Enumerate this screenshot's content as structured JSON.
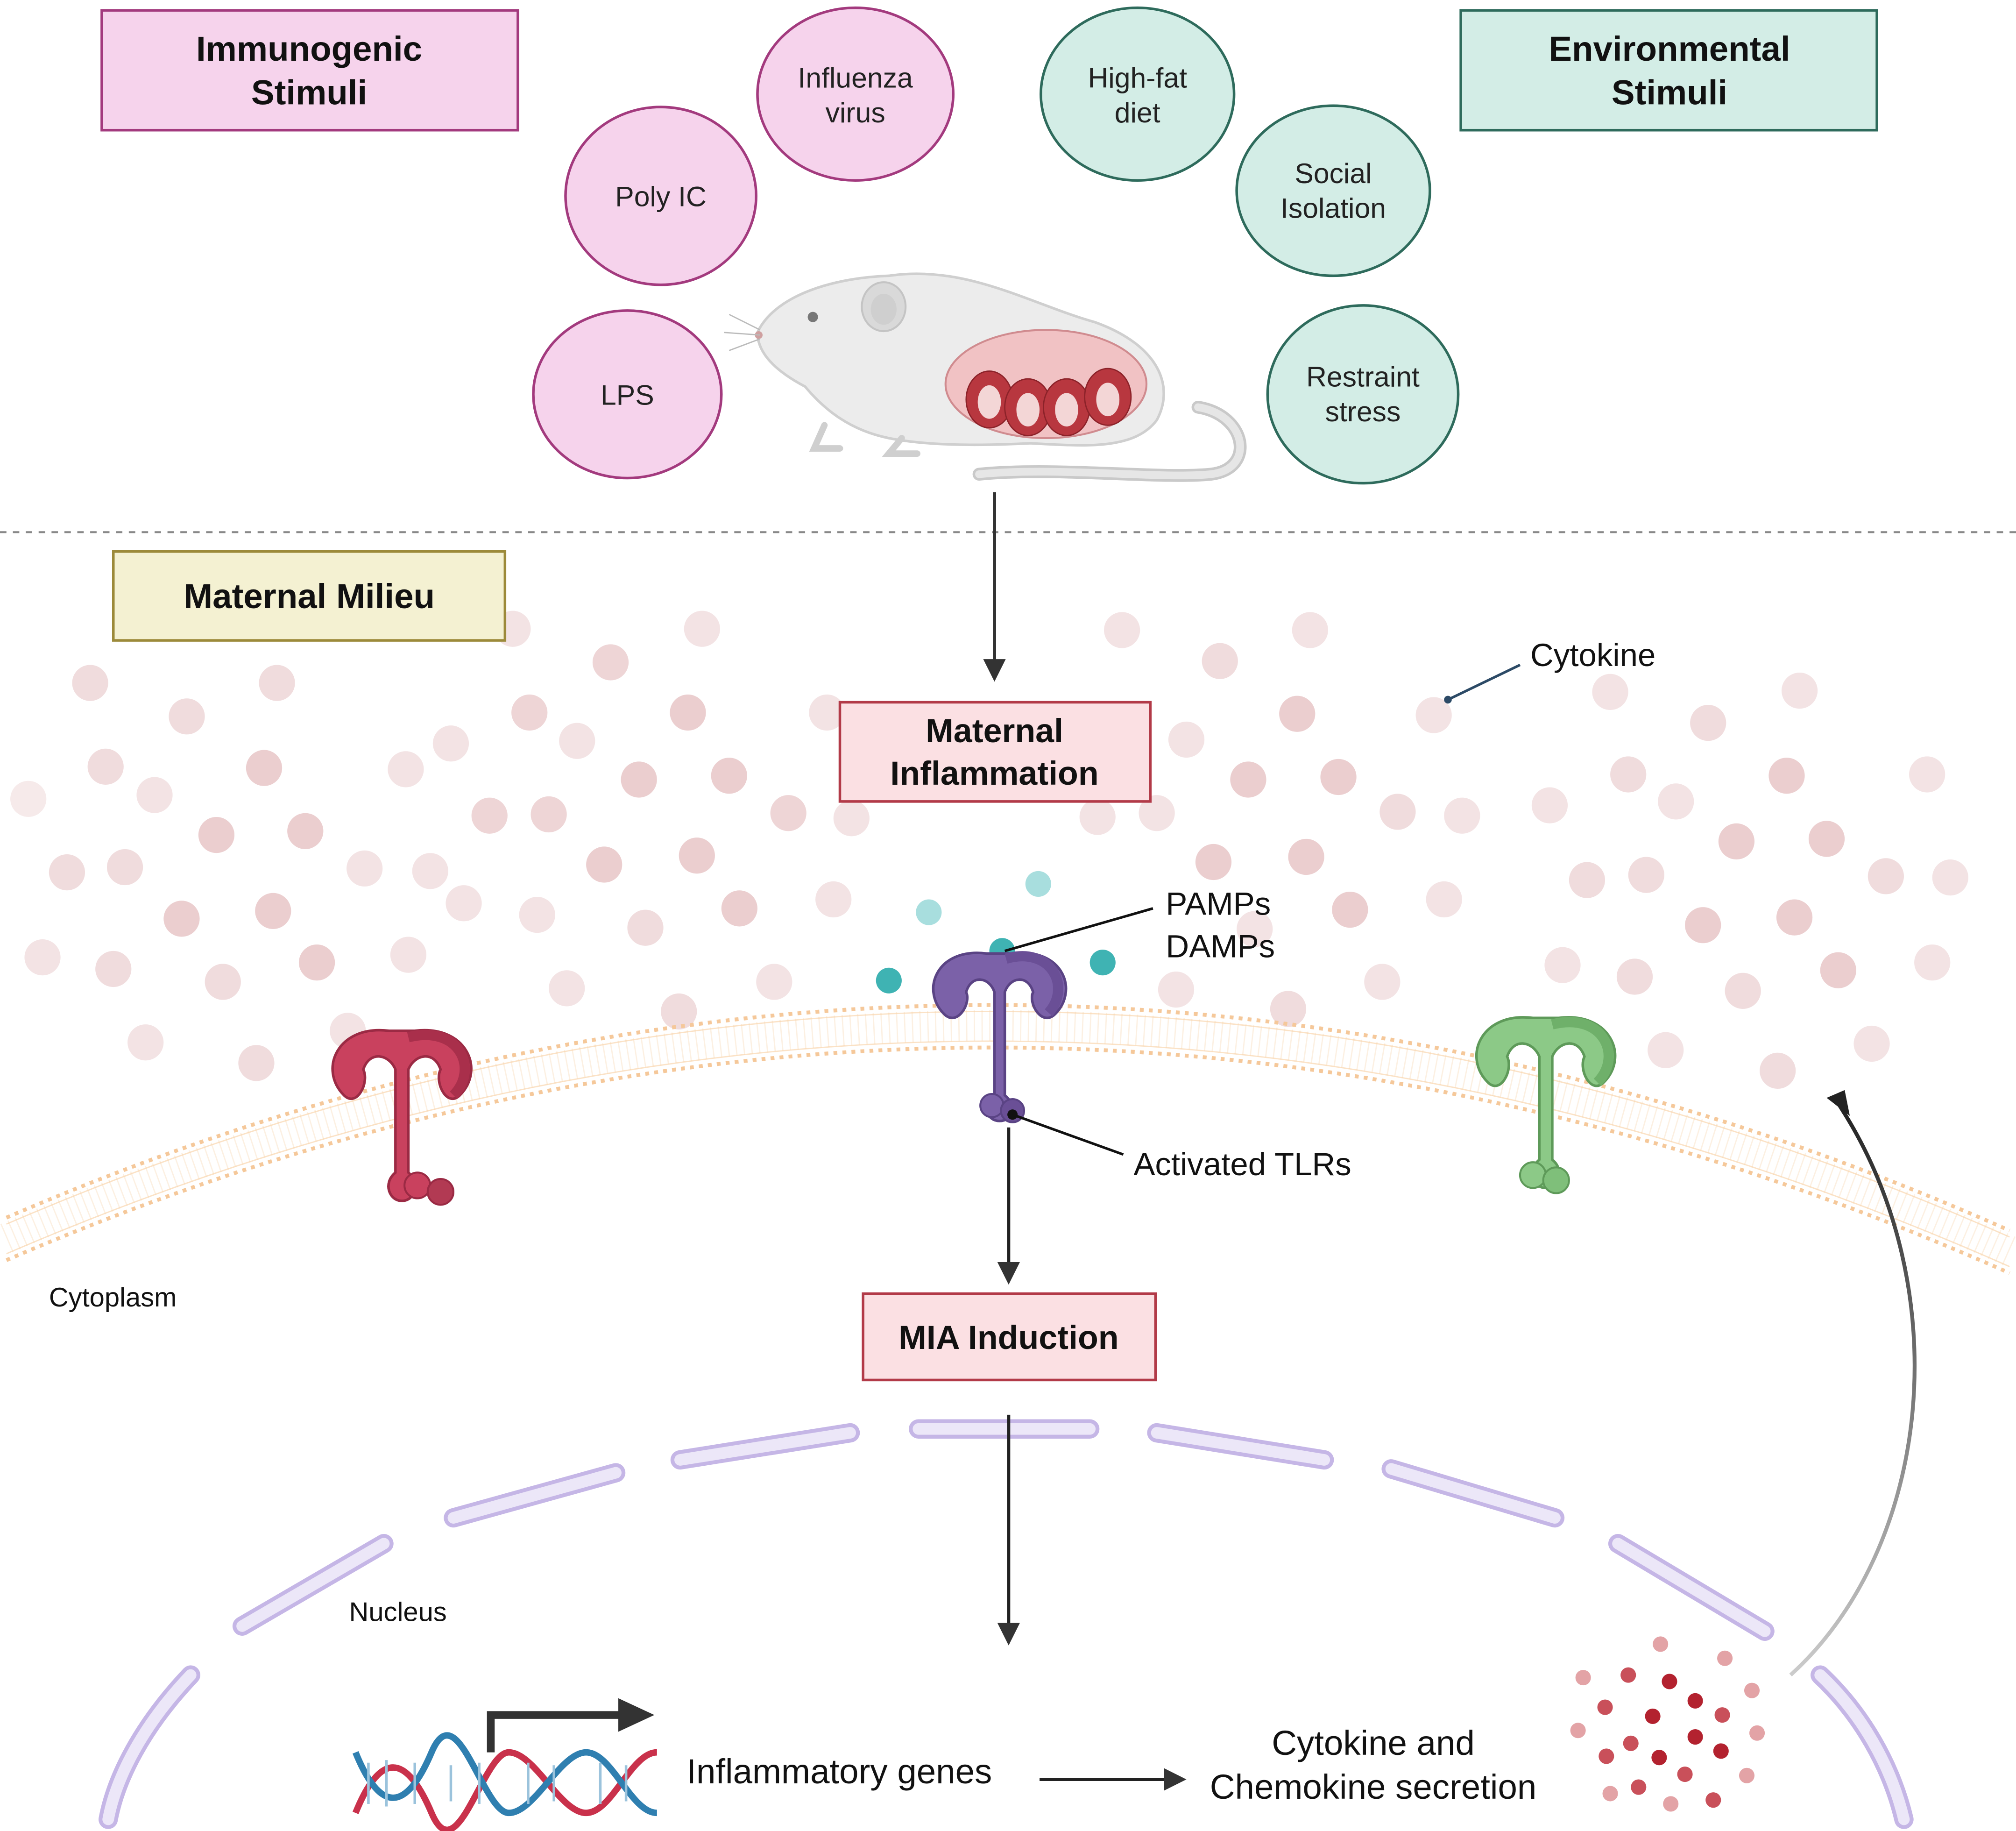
{
  "headers": {
    "immunogenic": [
      "Immunogenic",
      "Stimuli"
    ],
    "environmental": [
      "Environmental",
      "Stimuli"
    ]
  },
  "immunogenic_stimuli": [
    {
      "lines": [
        "Influenza",
        "virus"
      ]
    },
    {
      "lines": [
        "Poly IC"
      ]
    },
    {
      "lines": [
        "LPS"
      ]
    }
  ],
  "environmental_stimuli": [
    {
      "lines": [
        "High-fat",
        "diet"
      ]
    },
    {
      "lines": [
        "Social",
        "Isolation"
      ]
    },
    {
      "lines": [
        "Restraint",
        "stress"
      ]
    }
  ],
  "boxes": {
    "maternal_milieu": "Maternal Milieu",
    "maternal_inflammation": [
      "Maternal",
      "Inflammation"
    ],
    "mia_induction": "MIA Induction"
  },
  "labels": {
    "cytokine": "Cytokine",
    "pamps": "PAMPs",
    "damps": "DAMPs",
    "activated_tlrs": "Activated TLRs",
    "cytoplasm": "Cytoplasm",
    "nucleus": "Nucleus",
    "inflammatory_genes": "Inflammatory genes",
    "secretion": [
      "Cytokine and",
      "Chemokine secretion"
    ]
  },
  "colors": {
    "immunogenic_fill": "#f6d3ec",
    "immunogenic_stroke": "#a33a7e",
    "environmental_fill": "#d3ede6",
    "environmental_stroke": "#2e6b5c",
    "milieu_fill": "#f4f1d2",
    "milieu_stroke": "#9c8a3a",
    "inflammation_fill": "#fbe0e3",
    "inflammation_stroke": "#b23a48",
    "cytokine_dot": "#e8c4c6",
    "receptor_red": "#c9415e",
    "receptor_purple": "#7b61a8",
    "receptor_green": "#7fbf7a",
    "pamp_teal": "#3fb3b3",
    "membrane": "#f5c89a",
    "nuclear_envelope": "#d9cff0"
  }
}
